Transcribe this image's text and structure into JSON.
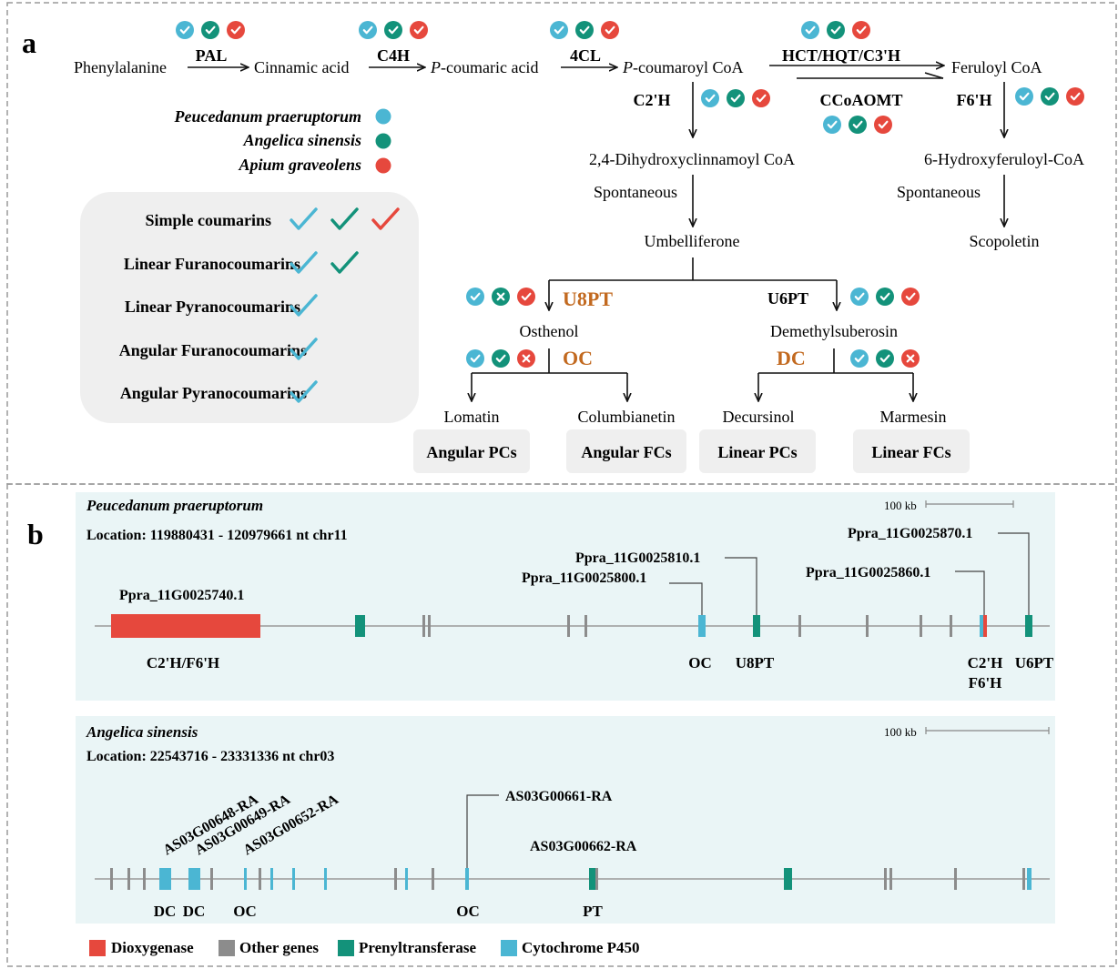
{
  "colors": {
    "cyan": "#4bb6d3",
    "green": "#13927a",
    "red": "#e6483d",
    "gray": "#8c8c8c",
    "orange": "#c2691f",
    "panel_b_bg": "#eaf5f6",
    "legend_box": "#efefef",
    "pc_box": "#efefef"
  },
  "panel_a": {
    "label": "a",
    "species": [
      {
        "name": "Peucedanum praeruptorum",
        "color": "cyan"
      },
      {
        "name": "Angelica sinensis",
        "color": "green"
      },
      {
        "name": "Apium graveolens",
        "color": "red"
      }
    ],
    "coumarin_types": [
      {
        "name": "Simple coumarins",
        "checks": [
          "cyan",
          "green",
          "red"
        ]
      },
      {
        "name": "Linear Furanocoumarins",
        "checks": [
          "cyan",
          "green"
        ]
      },
      {
        "name": "Linear Pyranocoumarins",
        "checks": [
          "cyan"
        ]
      },
      {
        "name": "Angular Furanocoumarins",
        "checks": [
          "cyan"
        ]
      },
      {
        "name": "Angular Pyranocoumarins",
        "checks": [
          "cyan"
        ]
      }
    ],
    "compounds": {
      "phenylalanine": "Phenylalanine",
      "cinnamic": "Cinnamic acid",
      "p_coumaric_prefix": "P",
      "p_coumaric_rest": "-coumaric acid",
      "p_coumaroyl_prefix": "P",
      "p_coumaroyl_rest": "-coumaroyl CoA",
      "feruloyl": "Feruloyl CoA",
      "dihydroxy": "2,4-Dihydroxyclinnamoyl CoA",
      "hydroxyferuloyl": "6-Hydroxyferuloyl-CoA",
      "umbelliferone": "Umbelliferone",
      "scopoletin": "Scopoletin",
      "osthenol": "Osthenol",
      "demethylsuberosin": "Demethylsuberosin",
      "lomatin": "Lomatin",
      "columbianetin": "Columbianetin",
      "decursinol": "Decursinol",
      "marmesin": "Marmesin"
    },
    "enzymes": {
      "pal": "PAL",
      "c4h": "C4H",
      "fourcl": "4CL",
      "hct": "HCT/HQT/C3'H",
      "ccoaomt": "CCoAOMT",
      "c2h": "C2'H",
      "f6h": "F6'H",
      "u8pt": "U8PT",
      "u6pt": "U6PT",
      "oc": "OC",
      "dc": "DC"
    },
    "spontaneous": "Spontaneous",
    "product_classes": {
      "angular_pcs": "Angular PCs",
      "angular_fcs": "Angular FCs",
      "linear_pcs": "Linear PCs",
      "linear_fcs": "Linear FCs"
    },
    "badges": {
      "pal": [
        "yes",
        "yes",
        "yes"
      ],
      "c4h": [
        "yes",
        "yes",
        "yes"
      ],
      "fourcl": [
        "yes",
        "yes",
        "yes"
      ],
      "hct": [
        "yes",
        "yes",
        "yes"
      ],
      "c2h": [
        "yes",
        "yes",
        "yes"
      ],
      "ccoaomt": [
        "yes",
        "yes",
        "yes"
      ],
      "f6h": [
        "yes",
        "yes",
        "yes"
      ],
      "u8pt": [
        "yes",
        "no",
        "yes"
      ],
      "u6pt": [
        "yes",
        "yes",
        "yes"
      ],
      "oc": [
        "yes",
        "yes",
        "no"
      ],
      "dc": [
        "yes",
        "yes",
        "no"
      ]
    }
  },
  "panel_b": {
    "label": "b",
    "track1": {
      "species": "Peucedanum praeruptorum",
      "location": "Location: 119880431 - 120979661 nt chr11",
      "scale": "100 kb",
      "gene_labels": {
        "g740": "Ppra_11G0025740.1",
        "g800": "Ppra_11G0025800.1",
        "g810": "Ppra_11G0025810.1",
        "g860": "Ppra_11G0025860.1",
        "g870": "Ppra_11G0025870.1"
      },
      "function_labels": {
        "c2hf6h": "C2'H/F6'H",
        "oc": "OC",
        "u8pt": "U8PT",
        "c2h": "C2'H",
        "f6h": "F6'H",
        "u6pt": "U6PT"
      }
    },
    "track2": {
      "species": "Angelica sinensis",
      "location": "Location: 22543716 - 23331336 nt   chr03",
      "scale": "100 kb",
      "gene_labels": {
        "g648": "AS03G00648-RA",
        "g649": "AS03G00649-RA",
        "g652": "AS03G00652-RA",
        "g661": "AS03G00661-RA",
        "g662": "AS03G00662-RA"
      },
      "function_labels": {
        "dc1": "DC",
        "dc2": "DC",
        "oc1": "OC",
        "oc2": "OC",
        "pt": "PT"
      }
    },
    "legend": [
      {
        "label": "Dioxygenase",
        "color": "red"
      },
      {
        "label": "Other genes",
        "color": "gray"
      },
      {
        "label": "Prenyltransferase",
        "color": "green"
      },
      {
        "label": "Cytochrome P450",
        "color": "cyan"
      }
    ]
  }
}
